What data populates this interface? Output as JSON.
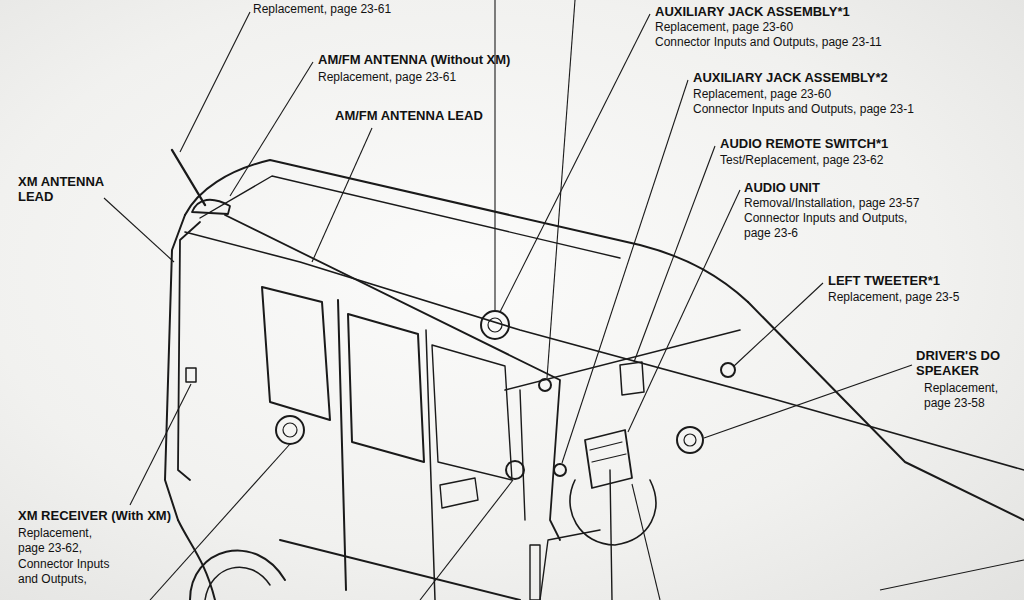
{
  "diagram": {
    "labels": [
      "Replacement, page 23-61",
      "AM/FM ANTENNA (Without XM)",
      "Replacement, page 23-61",
      "AM/FM ANTENNA LEAD",
      "XM ANTENNA LEAD",
      "AUXILIARY JACK ASSEMBLY*1",
      "Replacement, page 23-60",
      "Connector Inputs and Outputs, page 23-11",
      "AUXILIARY JACK ASSEMBLY*2",
      "Replacement, page 23-60",
      "Connector Inputs and Outputs, page 23-1",
      "AUDIO REMOTE SWITCH*1",
      "Test/Replacement, page 23-62",
      "AUDIO UNIT",
      "Removal/Installation, page 23-57",
      "Connector Inputs and Outputs, page 23-6",
      "LEFT TWEETER*1",
      "Replacement, page 23-5",
      "DRIVER'S DO SPEAKER",
      "Replacement, page 23-58",
      "XM RECEIVER (With XM)",
      "Replacement, page 23-62,",
      "Connector Inputs and Outputs,"
    ]
  }
}
